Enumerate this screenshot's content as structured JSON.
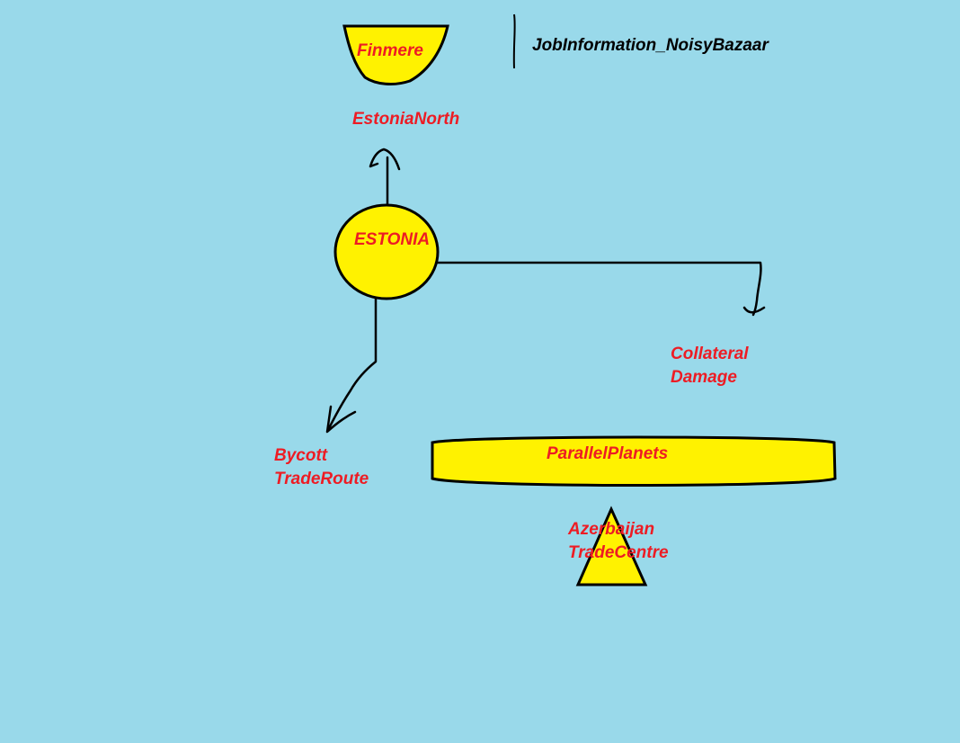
{
  "colors": {
    "background": "#99d9ea",
    "shape_fill": "#fff200",
    "stroke": "#000000",
    "label": "#ed1c24",
    "title": "#000000"
  },
  "title": "JobInformation_NoisyBazaar",
  "nodes": {
    "finmere": {
      "label": "Finmere",
      "shape": "bowl"
    },
    "estonia": {
      "label": "ESTONIA",
      "shape": "circle"
    },
    "parallel_planets": {
      "label": "ParallelPlanets",
      "shape": "rounded-bar"
    },
    "azerbaijan": {
      "line1": "Azerbaijan",
      "line2": "TradeCentre",
      "shape": "triangle"
    }
  },
  "targets": {
    "estonia_north": {
      "label": "EstoniaNorth"
    },
    "collateral_damage": {
      "line1": "Collateral",
      "line2": "Damage"
    },
    "bycott_traderoute": {
      "line1": "Bycott",
      "line2": "TradeRoute"
    }
  },
  "edges": [
    {
      "from": "ESTONIA",
      "to": "EstoniaNorth"
    },
    {
      "from": "ESTONIA",
      "to": "Collateral Damage"
    },
    {
      "from": "ESTONIA",
      "to": "Bycott TradeRoute"
    }
  ]
}
